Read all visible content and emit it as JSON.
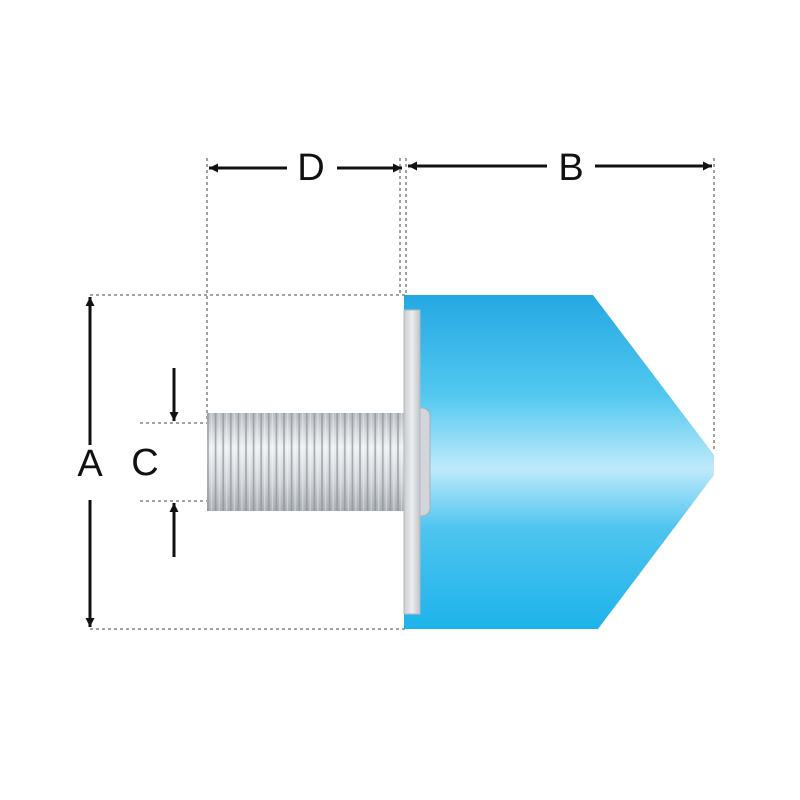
{
  "labels": {
    "a": "A",
    "b": "B",
    "c": "C",
    "d": "D"
  },
  "colors": {
    "body": "#29b6ea",
    "body_highlight": "#bfeafb",
    "thread": "#d3d7db",
    "washer": "#dfe3e7",
    "dimension_line": "#111111",
    "guide_line": "#444444"
  }
}
